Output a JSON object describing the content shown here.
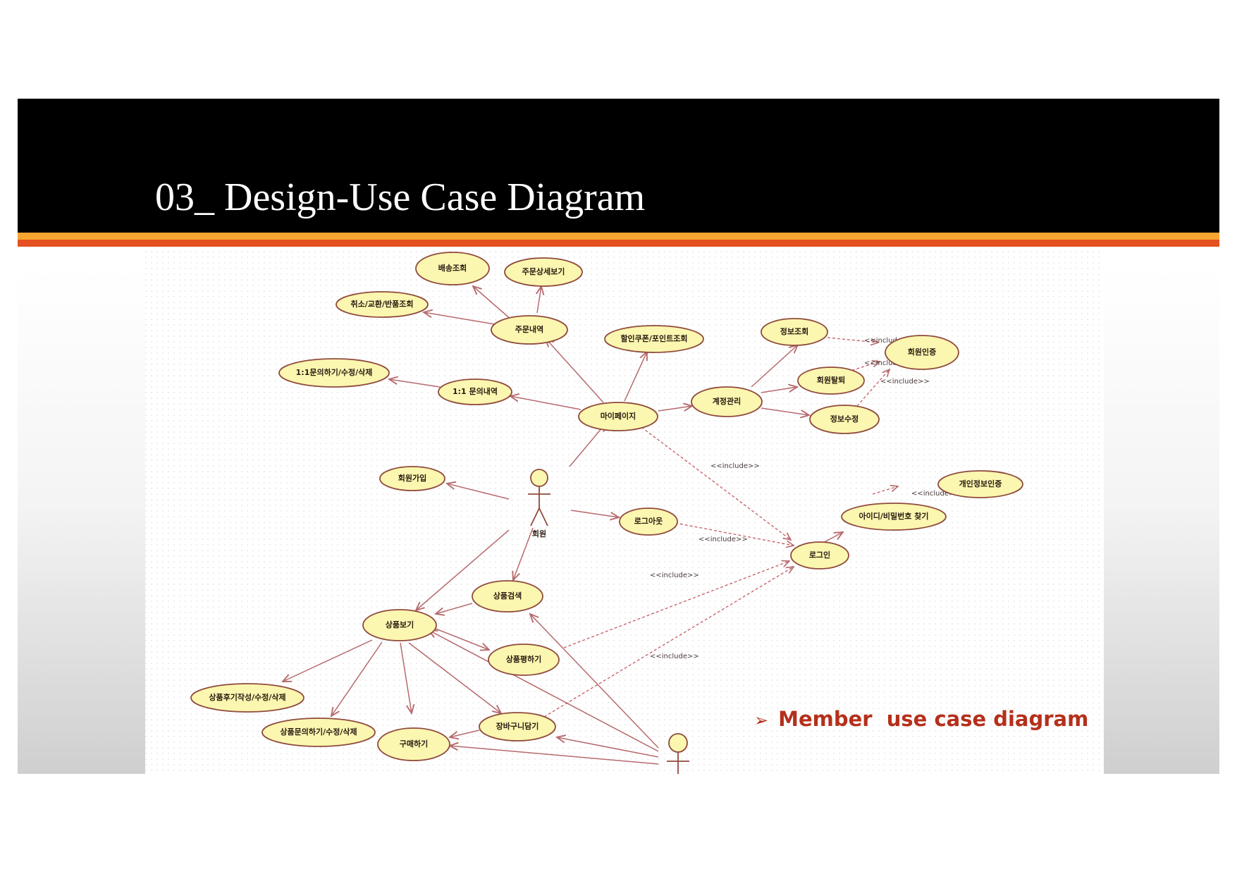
{
  "slide": {
    "title": "03_ Design-Use Case Diagram",
    "caption_bullet": "➢",
    "caption": "Member  use case diagram"
  },
  "colors": {
    "header": "#000000",
    "stripe_yellow": "#f6a531",
    "stripe_orange": "#e4501f",
    "caption": "#b5301c",
    "usecase_fill": "#fbf6b0",
    "usecase_stroke": "#8f4a3c",
    "relation": "#b66a6e"
  },
  "diagram": {
    "actors": {
      "member": "회원",
      "guest": ""
    },
    "usecases": {
      "delivery_view": "배송조회",
      "order_detail": "주문상세보기",
      "cancel_exchange": "취소/교환/반품조회",
      "order_history": "주문내역",
      "coupon_point": "할인쿠폰/포인트조회",
      "info_view": "정보조회",
      "member_auth": "회원인증",
      "inquiry_write": "1:1문의하기/수정/삭제",
      "inquiry_history": "1:1 문의내역",
      "withdraw": "회원탈퇴",
      "account_manage": "계정관리",
      "info_edit": "정보수정",
      "mypage": "마이페이지",
      "signup": "회원가입",
      "privacy_auth": "개인정보인증",
      "find_id_pw": "아이디/비밀번호 찾기",
      "logout": "로그아웃",
      "login": "로그인",
      "product_search": "상품검색",
      "product_view": "상품보기",
      "product_review": "상품후기작성/수정/삭제",
      "product_qna": "상품문의하기/수정/삭제",
      "product_rate": "상품평하기",
      "cart": "장바구니담기",
      "purchase": "구매하기"
    },
    "stereotype": "<<include>>"
  }
}
